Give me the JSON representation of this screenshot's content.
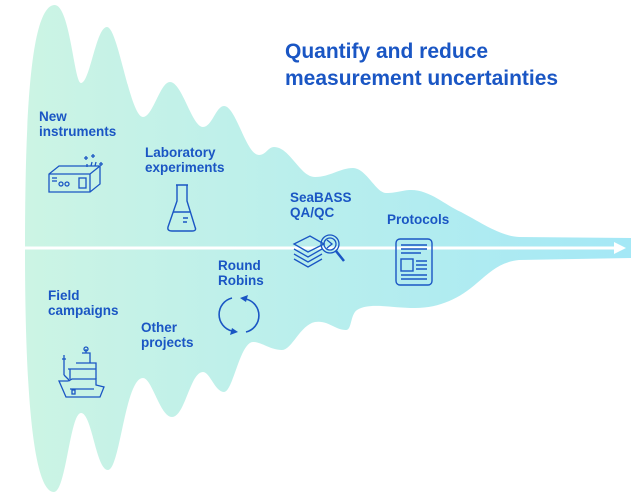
{
  "title": {
    "line1": "Quantify and reduce",
    "line2": "measurement uncertainties"
  },
  "labels": {
    "new_instruments": [
      "New",
      "instruments"
    ],
    "laboratory_experiments": [
      "Laboratory",
      "experiments"
    ],
    "seabass": [
      "SeaBASS",
      "QA/QC"
    ],
    "protocols": [
      "Protocols"
    ],
    "round_robins": [
      "Round",
      "Robins"
    ],
    "field_campaigns": [
      "Field",
      "campaigns"
    ],
    "other_projects": [
      "Other",
      "projects"
    ]
  },
  "colors": {
    "text": "#1a56c4",
    "gradient_left": "#ccf4e4",
    "gradient_right": "#a4e8f6",
    "arrow": "#ffffff"
  }
}
